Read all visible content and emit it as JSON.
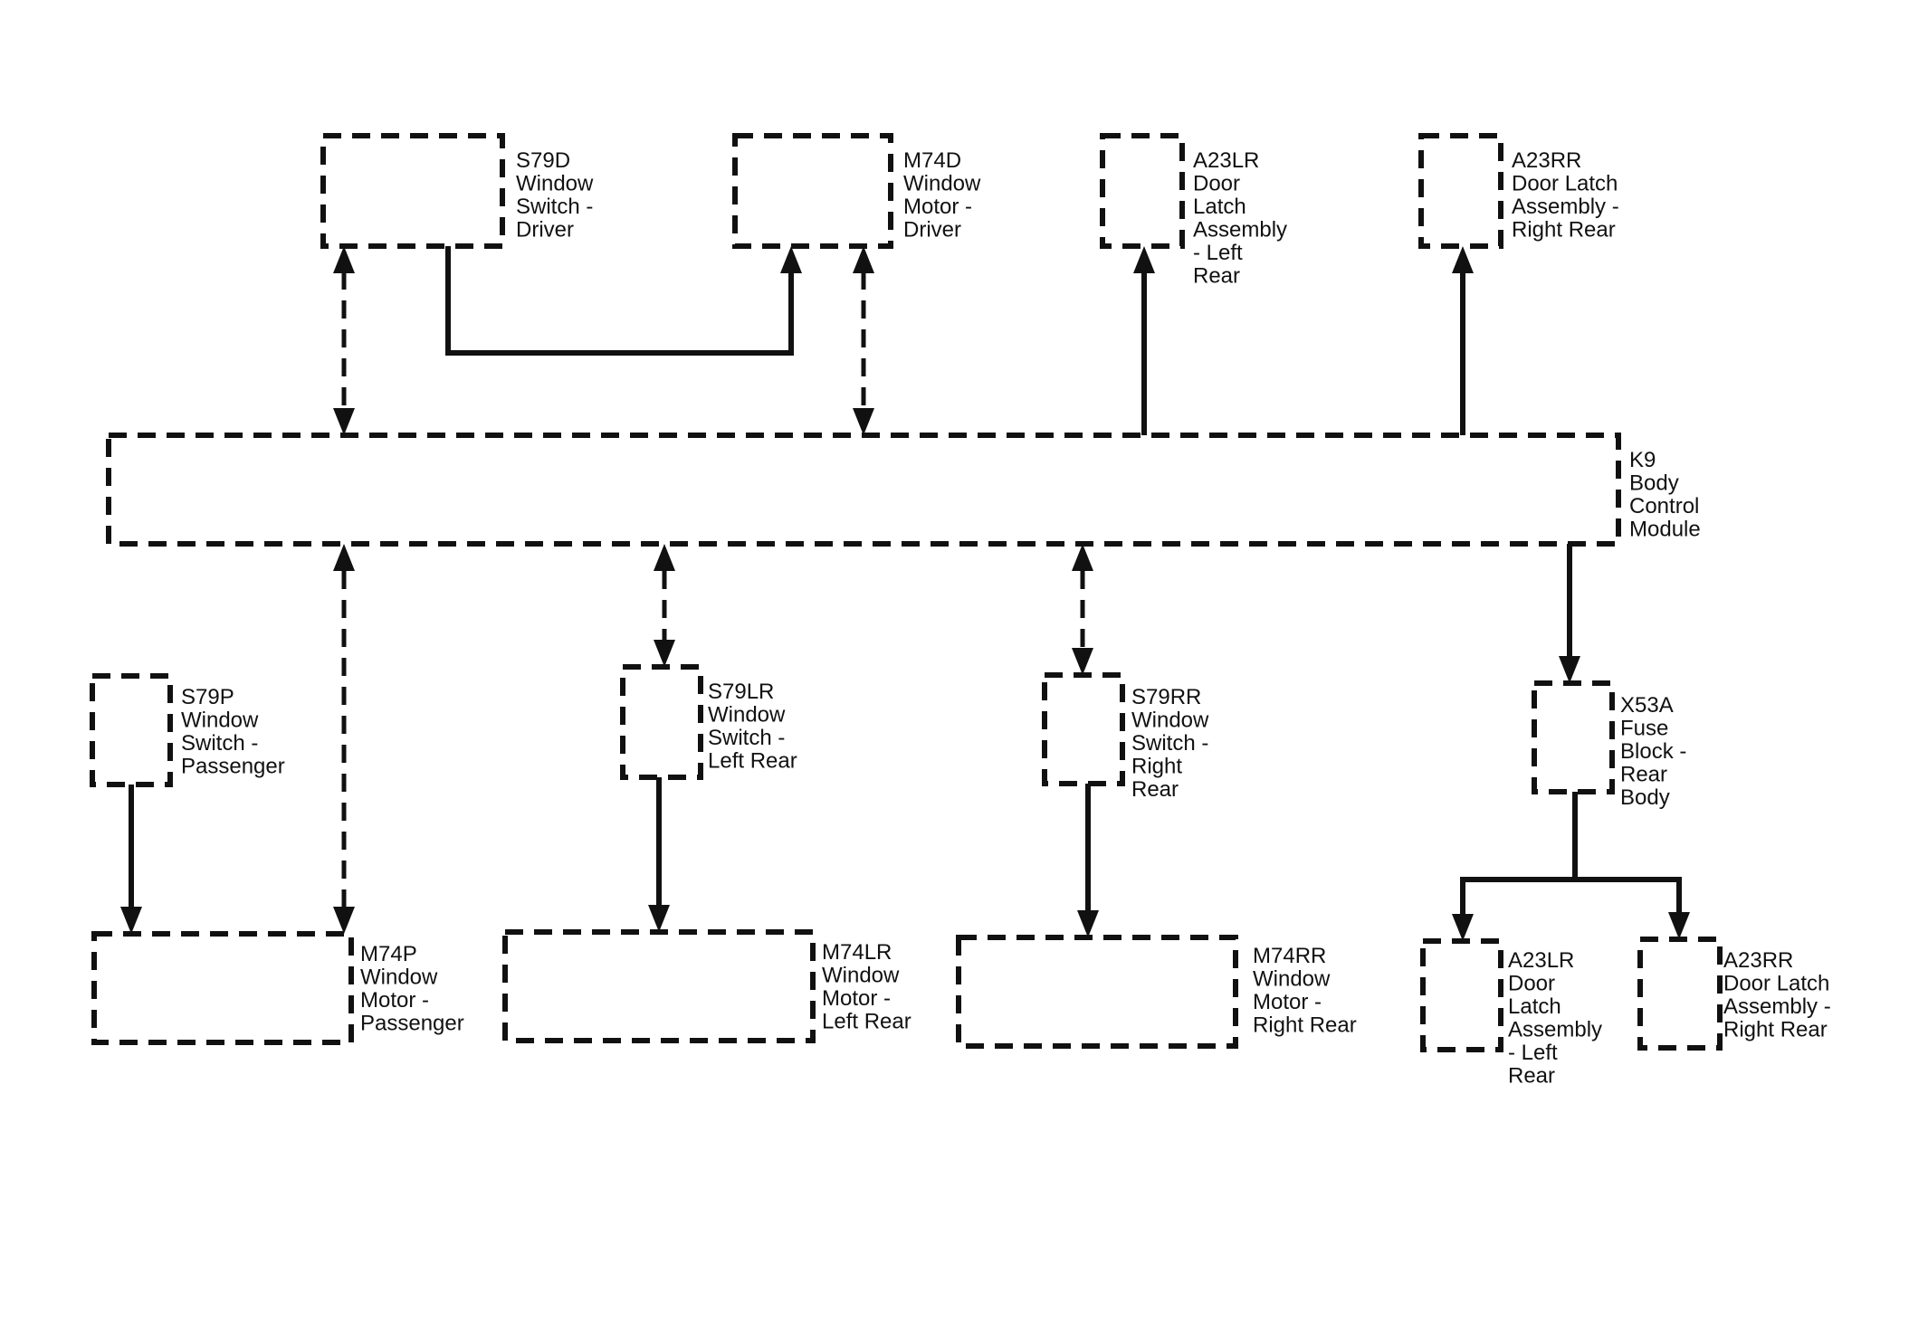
{
  "components": {
    "s79d": [
      "S79D",
      "Window",
      "Switch -",
      "Driver"
    ],
    "m74d": [
      "M74D",
      "Window",
      "Motor -",
      "Driver"
    ],
    "a23lr_top": [
      "A23LR",
      "Door",
      "Latch",
      "Assembly",
      "- Left",
      "Rear"
    ],
    "a23rr_top": [
      "A23RR",
      "Door Latch",
      "Assembly -",
      "Right Rear"
    ],
    "k9": [
      "K9",
      "Body",
      "Control",
      "Module"
    ],
    "s79p": [
      "S79P",
      "Window",
      "Switch -",
      "Passenger"
    ],
    "s79lr": [
      "S79LR",
      "Window",
      "Switch -",
      "Left Rear"
    ],
    "s79rr": [
      "S79RR",
      "Window",
      "Switch -",
      "Right",
      "Rear"
    ],
    "x53a": [
      "X53A",
      "Fuse",
      "Block -",
      "Rear",
      "Body"
    ],
    "m74p": [
      "M74P",
      "Window",
      "Motor -",
      "Passenger"
    ],
    "m74lr": [
      "M74LR",
      "Window",
      "Motor -",
      "Left Rear"
    ],
    "m74rr": [
      "M74RR",
      "Window",
      "Motor -",
      "Right Rear"
    ],
    "a23lr_bottom": [
      "A23LR",
      "Door",
      "Latch",
      "Assembly",
      "- Left",
      "Rear"
    ],
    "a23rr_bottom": [
      "A23RR",
      "Door Latch",
      "Assembly -",
      "Right Rear"
    ]
  }
}
